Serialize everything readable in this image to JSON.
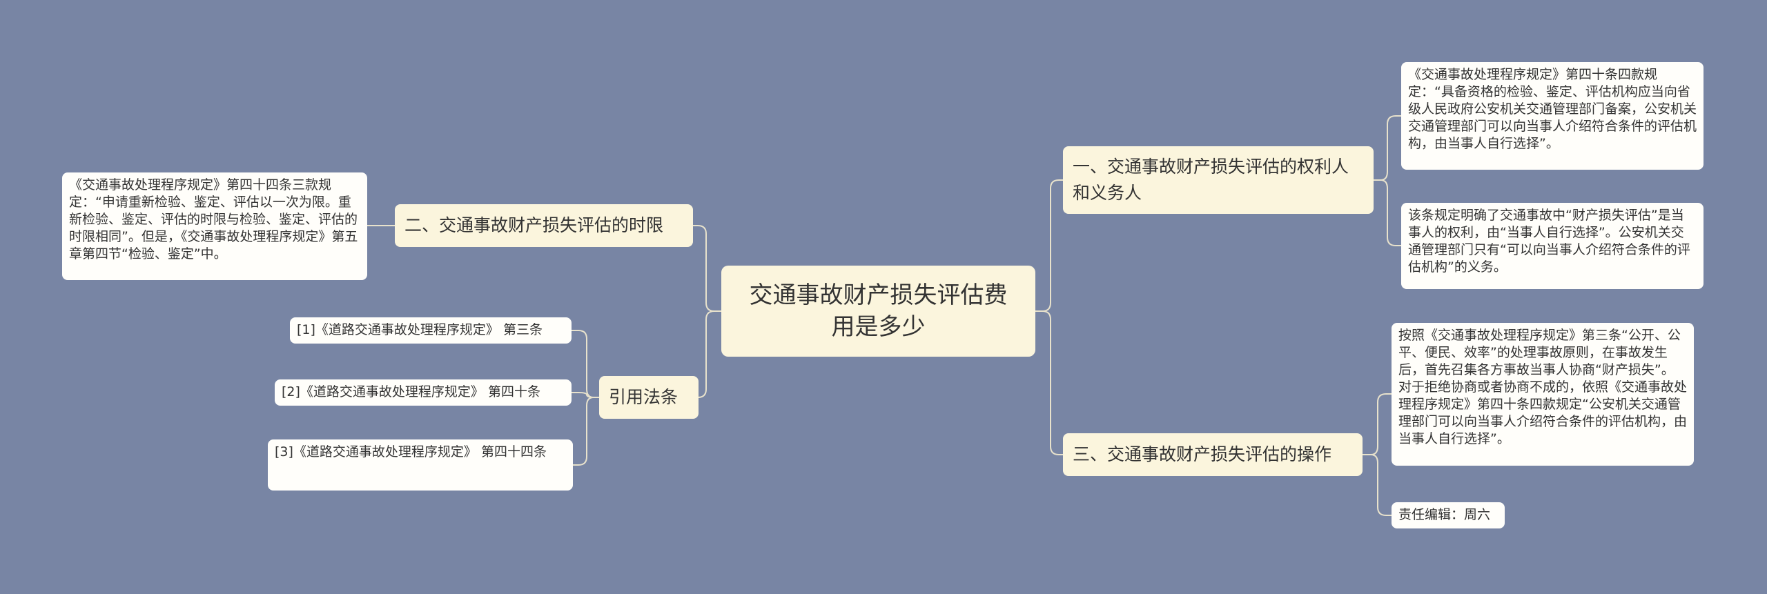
{
  "root": {
    "title": "交通事故财产损失评估费用是多少"
  },
  "branches": [
    {
      "label": "一、交通事故财产损失评估的权利人和义务人"
    },
    {
      "label": "二、交通事故财产损失评估的时限"
    },
    {
      "label": "引用法条"
    },
    {
      "label": "三、交通事故财产损失评估的操作"
    }
  ],
  "leaves": [
    {
      "text": "《交通事故处理程序规定》第四十条四款规定：“具备资格的检验、鉴定、评估机构应当向省级人民政府公安机关交通管理部门备案，公安机关交通管理部门可以向当事人介绍符合条件的评估机构，由当事人自行选择”。"
    },
    {
      "text": "该条规定明确了交通事故中“财产损失评估”是当事人的权利，由“当事人自行选择”。公安机关交通管理部门只有“可以向当事人介绍符合条件的评估机构”的义务。"
    },
    {
      "text": "《交通事故处理程序规定》第四十四条三款规定：“申请重新检验、鉴定、评估以一次为限。重新检验、鉴定、评估的时限与检验、鉴定、评估的时限相同”。但是，《交通事故处理程序规定》第五章第四节“检验、鉴定”中。"
    },
    {
      "text": "[1]《道路交通事故处理程序规定》 第三条"
    },
    {
      "text": "[2]《道路交通事故处理程序规定》 第四十条"
    },
    {
      "text": "[3]《道路交通事故处理程序规定》 第四十四条"
    },
    {
      "text": "按照《交通事故处理程序规定》第三条“公开、公平、便民、效率”的处理事故原则，在事故发生后，首先召集各方事故当事人协商“财产损失”。对于拒绝协商或者协商不成的，依照《交通事故处理程序规定》第四十条四款规定“公安机关交通管理部门可以向当事人介绍符合条件的评估机构，由当事人自行选择”。"
    },
    {
      "text": "责任编辑：周六"
    }
  ],
  "colors": {
    "background": "#7885a4",
    "branch": "#fbf5dd",
    "leaf": "#fffefa",
    "line": "#e8e2cc"
  }
}
